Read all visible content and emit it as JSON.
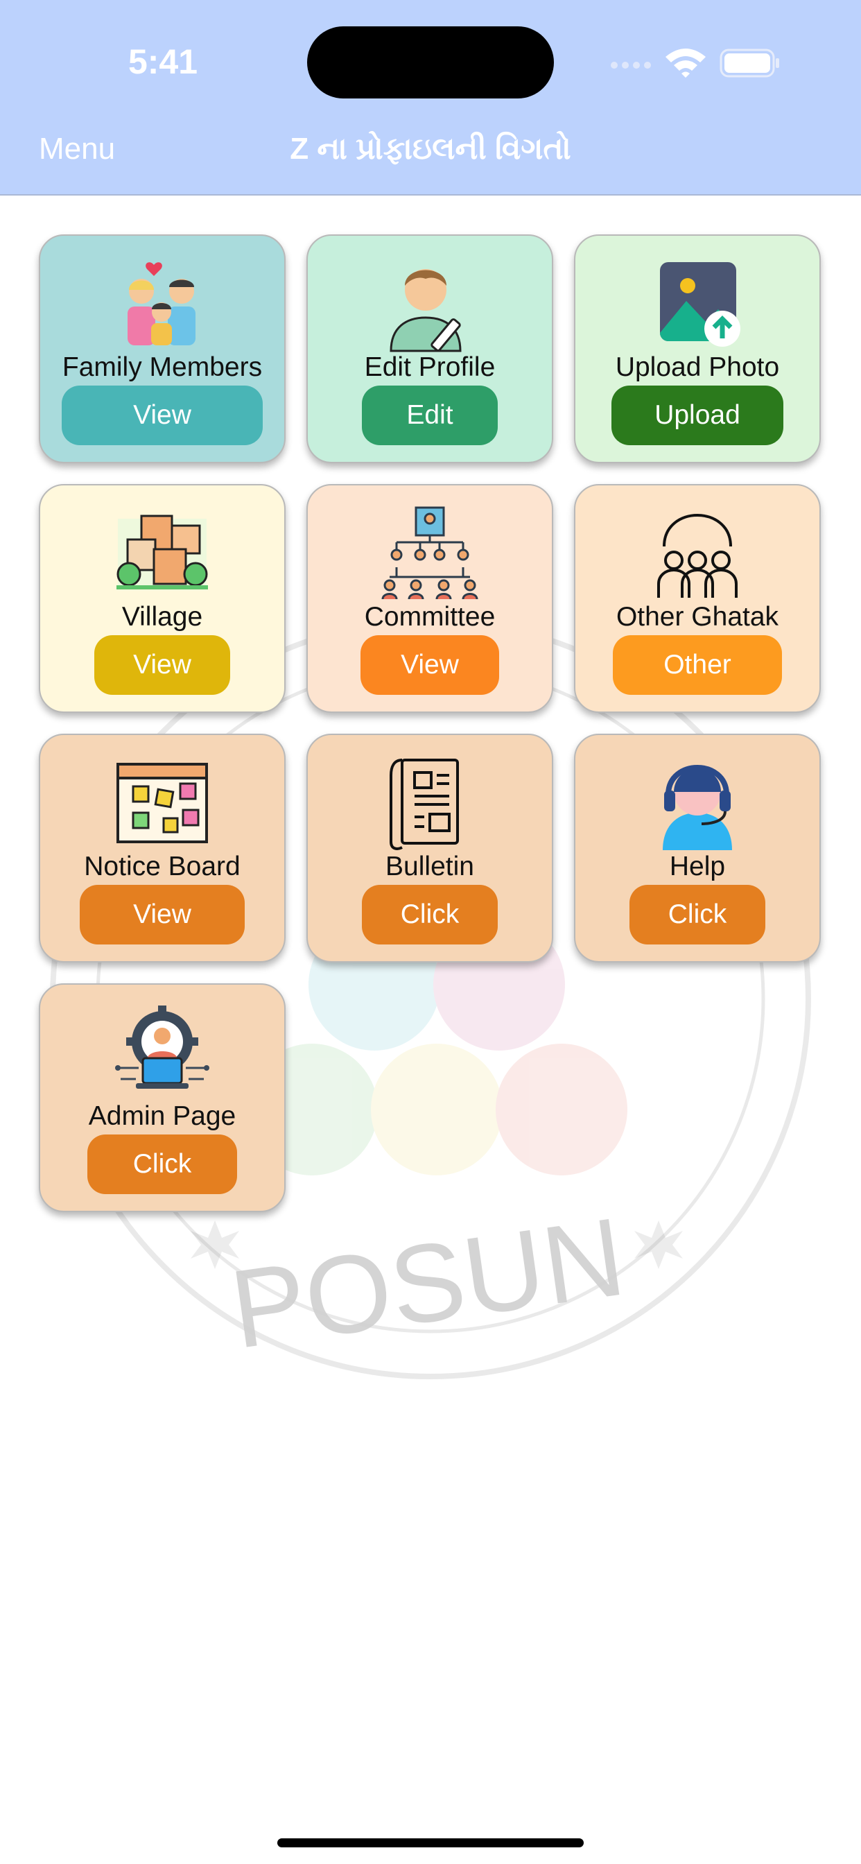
{
  "status_bar": {
    "time": "5:41"
  },
  "nav": {
    "menu_label": "Menu",
    "title": "Z ના પ્રોફાઇલની વિગતો"
  },
  "watermark": {
    "logo_text": "POSUN"
  },
  "tiles": [
    {
      "label": "Family Members",
      "button": "View",
      "tile_color": "#a9dbdc",
      "button_color": "#49b5b6",
      "icon": "family-icon"
    },
    {
      "label": "Edit Profile",
      "button": "Edit",
      "tile_color": "#c6efdc",
      "button_color": "#2e9e68",
      "icon": "edit-profile-icon"
    },
    {
      "label": "Upload Photo",
      "button": "Upload",
      "tile_color": "#dcf5da",
      "button_color": "#2b7a1c",
      "icon": "upload-photo-icon"
    },
    {
      "label": "Village",
      "button": "View",
      "tile_color": "#fff8dc",
      "button_color": "#dfb60b",
      "icon": "village-icon"
    },
    {
      "label": "Committee",
      "button": "View",
      "tile_color": "#fde4d0",
      "button_color": "#fb8620",
      "icon": "committee-icon"
    },
    {
      "label": "Other Ghatak",
      "button": "Other",
      "tile_color": "#fde4c8",
      "button_color": "#fd9b1f",
      "icon": "group-icon"
    },
    {
      "label": "Notice Board",
      "button": "View",
      "tile_color": "#f6d6b6",
      "button_color": "#e47f20",
      "icon": "notice-board-icon"
    },
    {
      "label": "Bulletin",
      "button": "Click",
      "tile_color": "#f6d6b6",
      "button_color": "#e47f20",
      "icon": "bulletin-icon"
    },
    {
      "label": "Help",
      "button": "Click",
      "tile_color": "#f6d6b6",
      "button_color": "#e47f20",
      "icon": "help-support-icon"
    },
    {
      "label": "Admin Page",
      "button": "Click",
      "tile_color": "#f6d6b6",
      "button_color": "#e47f20",
      "icon": "admin-icon"
    }
  ]
}
